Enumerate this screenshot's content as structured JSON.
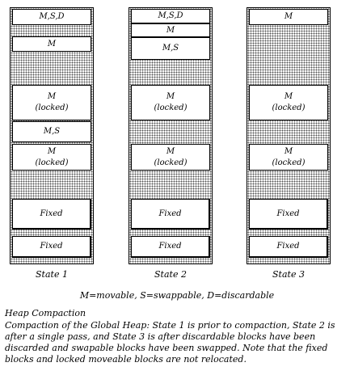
{
  "states": [
    {
      "label": "State 1",
      "blocks": [
        {
          "lines": [
            "M,S,D"
          ],
          "kind": "movable"
        },
        {
          "lines": [
            "M"
          ],
          "kind": "movable"
        },
        {
          "lines": [
            "M",
            "(locked)"
          ],
          "kind": "locked"
        },
        {
          "lines": [
            "M,S"
          ],
          "kind": "movable"
        },
        {
          "lines": [
            "M",
            "(locked)"
          ],
          "kind": "locked"
        },
        {
          "lines": [
            "Fixed"
          ],
          "kind": "fixed"
        },
        {
          "lines": [
            "Fixed"
          ],
          "kind": "fixed"
        }
      ]
    },
    {
      "label": "State 2",
      "blocks": [
        {
          "lines": [
            "M,S,D"
          ],
          "kind": "movable"
        },
        {
          "lines": [
            "M"
          ],
          "kind": "movable"
        },
        {
          "lines": [
            "M,S"
          ],
          "kind": "movable"
        },
        {
          "lines": [
            "M",
            "(locked)"
          ],
          "kind": "locked"
        },
        {
          "lines": [
            "M",
            "(locked)"
          ],
          "kind": "locked"
        },
        {
          "lines": [
            "Fixed"
          ],
          "kind": "fixed"
        },
        {
          "lines": [
            "Fixed"
          ],
          "kind": "fixed"
        }
      ]
    },
    {
      "label": "State 3",
      "blocks": [
        {
          "lines": [
            "M"
          ],
          "kind": "movable"
        },
        {
          "lines": [
            "M",
            "(locked)"
          ],
          "kind": "locked"
        },
        {
          "lines": [
            "M",
            "(locked)"
          ],
          "kind": "locked"
        },
        {
          "lines": [
            "Fixed"
          ],
          "kind": "fixed"
        },
        {
          "lines": [
            "Fixed"
          ],
          "kind": "fixed"
        }
      ]
    }
  ],
  "legend": "M=movable, S=swappable, D=discardable",
  "caption": {
    "title": "Heap Compaction",
    "text": "Compaction of the Global Heap: State 1 is prior to compaction, State 2 is after a single pass, and State 3 is after discardable blocks have been discarded and swapable blocks have been swapped. Note that the fixed blocks and locked moveable blocks are not relocated."
  }
}
